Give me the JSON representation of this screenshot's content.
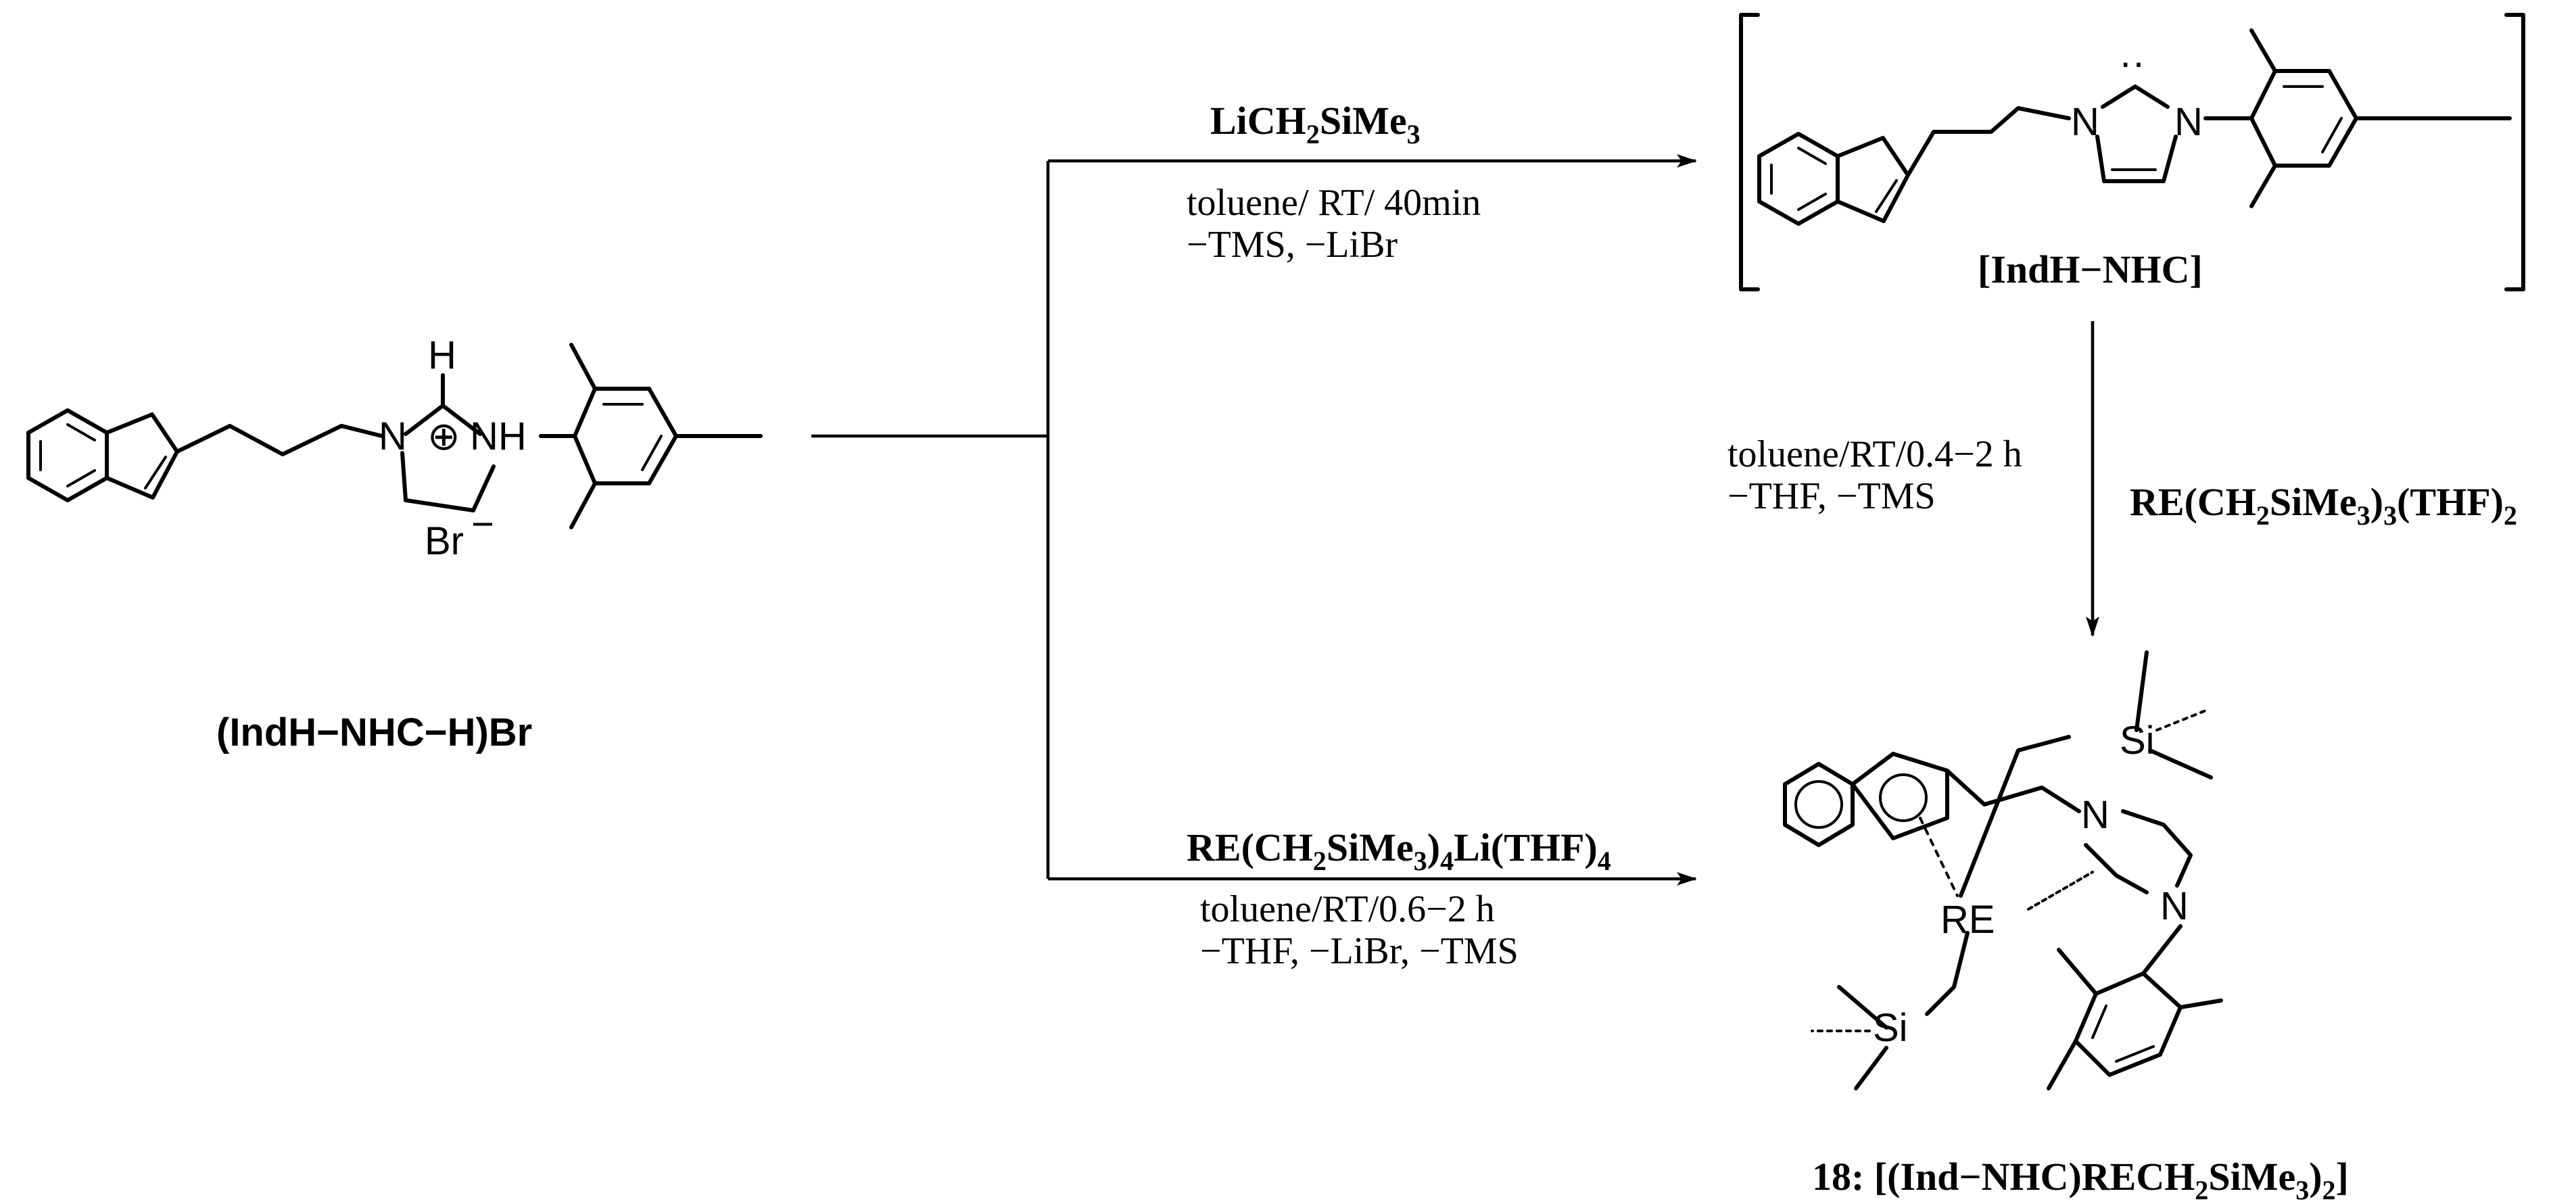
{
  "starting_material": {
    "label": "(IndH−NHC−H)Br",
    "atoms": {
      "h": "H",
      "n1": "N",
      "n2": "NH",
      "charge": "⊕",
      "counterion": "Br",
      "counterion_charge": "−"
    }
  },
  "intermediate": {
    "label": "[IndH−NHC]",
    "atoms": {
      "n1": "N",
      "n2": "N",
      "lone_pair": "··"
    }
  },
  "product": {
    "label_prefix": "18: [(Ind−NHC)RECH",
    "label_sub1": "2",
    "label_mid": "SiMe",
    "label_sub2": "3",
    "label_suffix": ")",
    "label_sub3": "2",
    "label_end": "]",
    "atoms": {
      "re": "RE",
      "si_top": "Si",
      "si_bottom": "Si",
      "n1": "N",
      "n2": "N"
    }
  },
  "reactions": {
    "upper": {
      "reagent_a": "LiCH",
      "reagent_sub1": "2",
      "reagent_b": "SiMe",
      "reagent_sub2": "3",
      "conditions_line1": "toluene/ RT/ 40min",
      "conditions_line2": "−TMS, −LiBr"
    },
    "vertical": {
      "conditions_line1": "toluene/RT/0.4−2 h",
      "conditions_line2": "−THF,  −TMS",
      "reagent_a": "RE(CH",
      "reagent_sub1": "2",
      "reagent_b": "SiMe",
      "reagent_sub2": "3",
      "reagent_c": ")",
      "reagent_sub3": "3",
      "reagent_d": "(THF)",
      "reagent_sub4": "2"
    },
    "lower": {
      "reagent_a": "RE(CH",
      "reagent_sub1": "2",
      "reagent_b": "SiMe",
      "reagent_sub2": "3",
      "reagent_c": ")",
      "reagent_sub3": "4",
      "reagent_d": "Li(THF)",
      "reagent_sub4": "4",
      "conditions_line1": "toluene/RT/0.6−2 h",
      "conditions_line2": "−THF, −LiBr, −TMS"
    }
  }
}
